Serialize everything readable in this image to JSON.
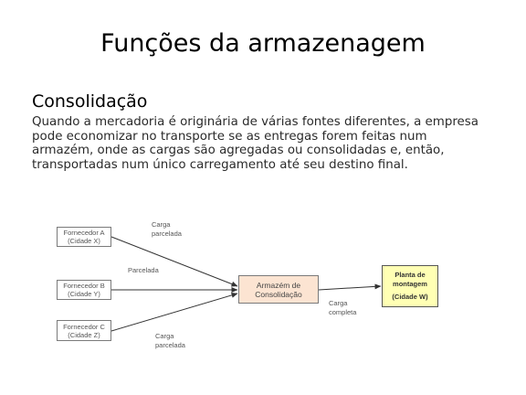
{
  "slide": {
    "title": "Funções da armazenagem",
    "subtitle": "Consolidação",
    "paragraph_lines": [
      "Quando a mercadoria é originária de várias fontes diferentes, a empresa",
      "pode economizar no transporte se as entregas forem feitas num",
      "armazém, onde as cargas são agregadas ou consolidadas e, então,",
      "transportadas num único carregamento até seu destino final."
    ]
  },
  "diagram": {
    "fornecedor_a": {
      "line1": "Fornecedor A",
      "line2": "(Cidade X)"
    },
    "fornecedor_b": {
      "line1": "Fornecedor B",
      "line2": "(Cidade Y)"
    },
    "fornecedor_c": {
      "line1": "Fornecedor C",
      "line2": "(Cidade Z)"
    },
    "armazem": {
      "line1": "Armazém de",
      "line2": "Consolidação"
    },
    "planta": {
      "line1": "Planta de",
      "line2": "montagem",
      "line3": "(Cidade W)"
    },
    "label_top": {
      "line1": "Carga",
      "line2": "parcelada"
    },
    "label_mid": "Parcelada",
    "label_bottom": {
      "line1": "Carga",
      "line2": "parcelada"
    },
    "label_out": {
      "line1": "Carga",
      "line2": "completa"
    }
  }
}
